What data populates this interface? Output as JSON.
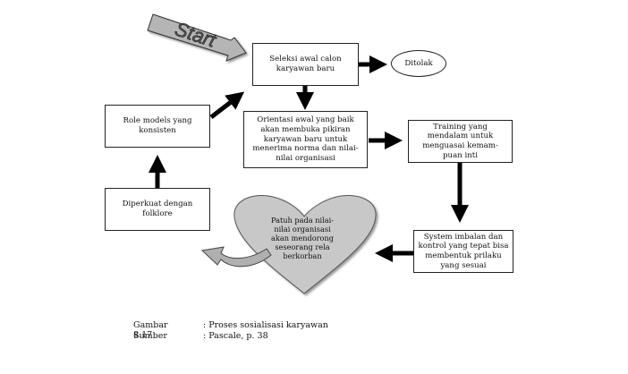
{
  "start_label": "Start",
  "nodes": {
    "seleksi": "Seleksi awal calon\nkaryawan baru",
    "ditolak": "Ditolak",
    "role_models": "Role models yang\nkonsisten",
    "orientasi": "Orientasi awal yang baik\nakan membuka pikiran\nkaryawan baru untuk\nmenerima norma dan nilai-\nnilai organisasi",
    "training": "Training yang\nmendalam untuk\nmenguasai kemam-\npuan inti",
    "diperkuat": "Diperkuat dengan\nfolklore",
    "patuh": "Patuh pada nilai-\nnilai organisasi\nakan mendorong\nseseorang rela\nberkorban",
    "sistem": "System imbalan dan\nkontrol yang tepat bisa\nmembentuk prilaku\nyang sesuai"
  },
  "caption": {
    "figure_label": "Gambar 8.17",
    "figure_text": ": Proses sosialisasi karyawan",
    "source_label": "Sumber",
    "source_text": ": Pascale, p. 38"
  },
  "colors": {
    "start_fill": "#b5b5b5",
    "heart_fill": "#c8c8c8",
    "curved_arrow_fill": "#b0b0b0",
    "arrow": "#000000"
  }
}
